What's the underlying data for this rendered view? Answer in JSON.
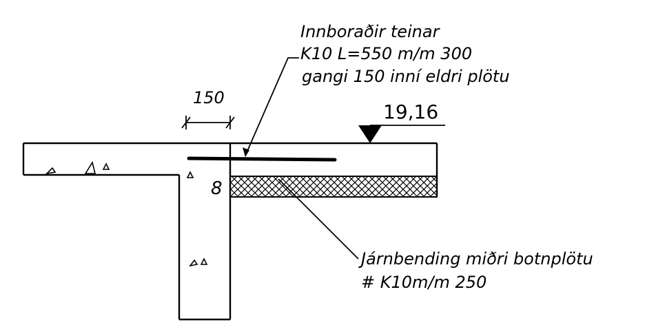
{
  "annotations": {
    "top_note": {
      "line1": "Innboraðir teinar",
      "line2": "K10 L=550 m/m 300",
      "line3": "gangi 150 inní eldri plötu"
    },
    "dimension": "150",
    "elevation": "19,16",
    "bottom_note": {
      "line1": "Járnbending miðri botnplötu",
      "line2": "# K10m/m 250"
    },
    "rebar_mark": "8"
  }
}
